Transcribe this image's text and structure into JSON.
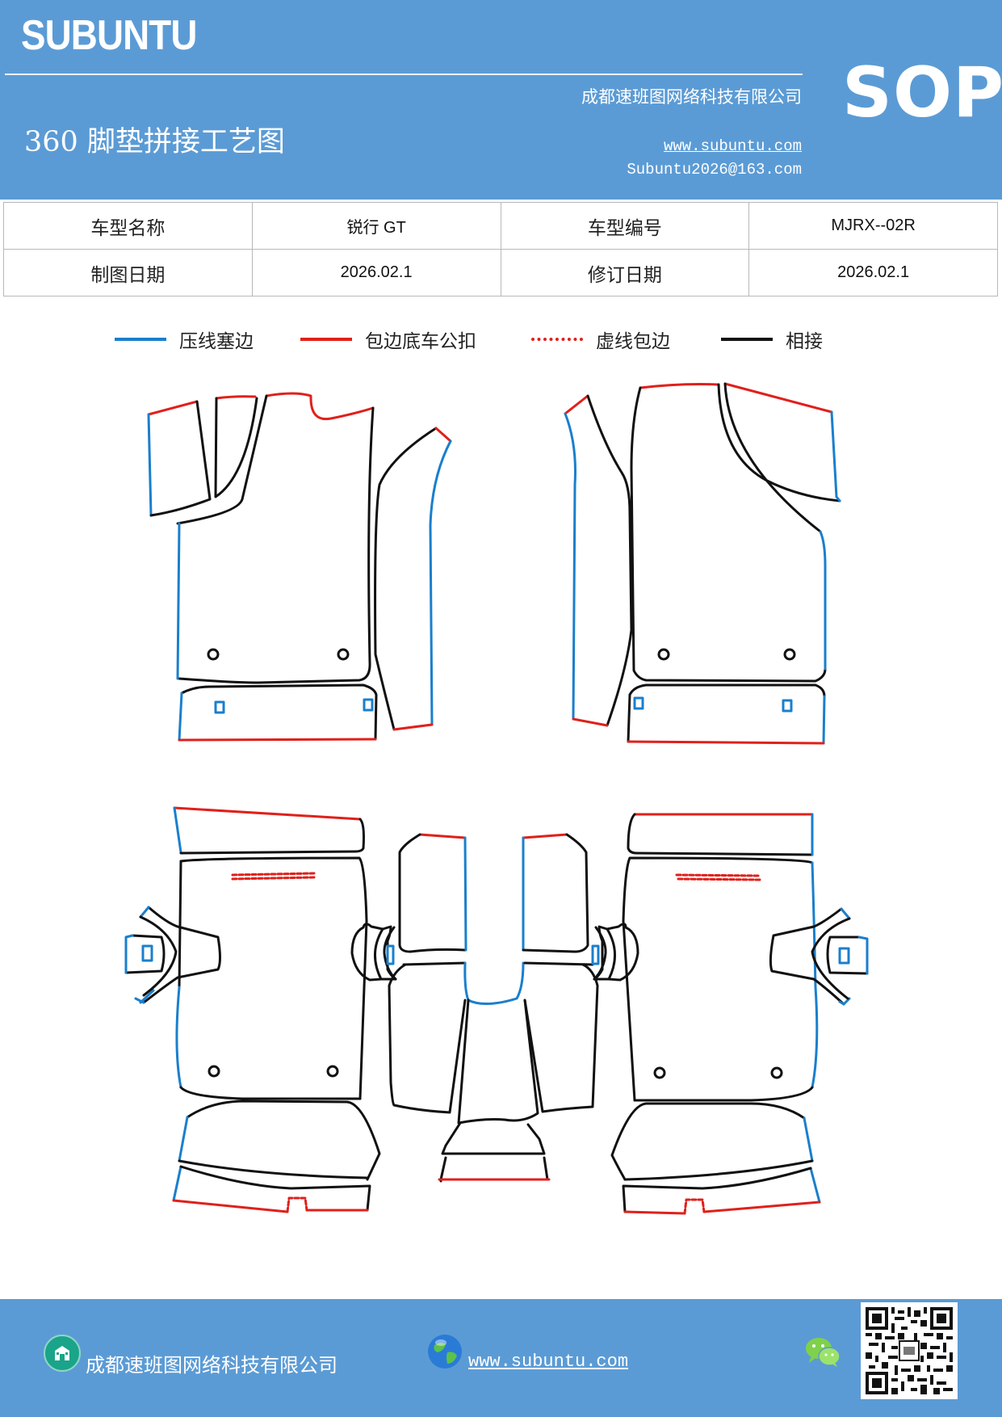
{
  "header": {
    "brand": "SUBUNTU",
    "company": "成都速班图网络科技有限公司",
    "title": "360 脚垫拼接工艺图",
    "website": "www.subuntu.com",
    "email": "Subuntu2026@163.com",
    "badge": "SOP"
  },
  "info": {
    "model_name_label": "车型名称",
    "model_name_value": "锐行 GT",
    "model_code_label": "车型编号",
    "model_code_value": "MJRX--02R",
    "draw_date_label": "制图日期",
    "draw_date_value": "2026.02.1",
    "revise_date_label": "修订日期",
    "revise_date_value": "2026.02.1"
  },
  "legend": {
    "items": [
      {
        "label": "压线塞边",
        "color": "#1a7fcc",
        "style": "solid"
      },
      {
        "label": "包边底车公扣",
        "color": "#e0201b",
        "style": "solid"
      },
      {
        "label": "虚线包边",
        "color": "#e0201b",
        "style": "dotted"
      },
      {
        "label": "相接",
        "color": "#111111",
        "style": "solid"
      }
    ]
  },
  "colors": {
    "header_bg": "#5b9bd5",
    "press_edge": "#1a7fcc",
    "wrap_edge": "#e0201b",
    "joint": "#111111"
  },
  "footer": {
    "company": "成都速班图网络科技有限公司",
    "website": "www.subuntu.com",
    "icons": [
      "building-icon",
      "globe-icon",
      "wechat-icon",
      "qr-code"
    ]
  }
}
